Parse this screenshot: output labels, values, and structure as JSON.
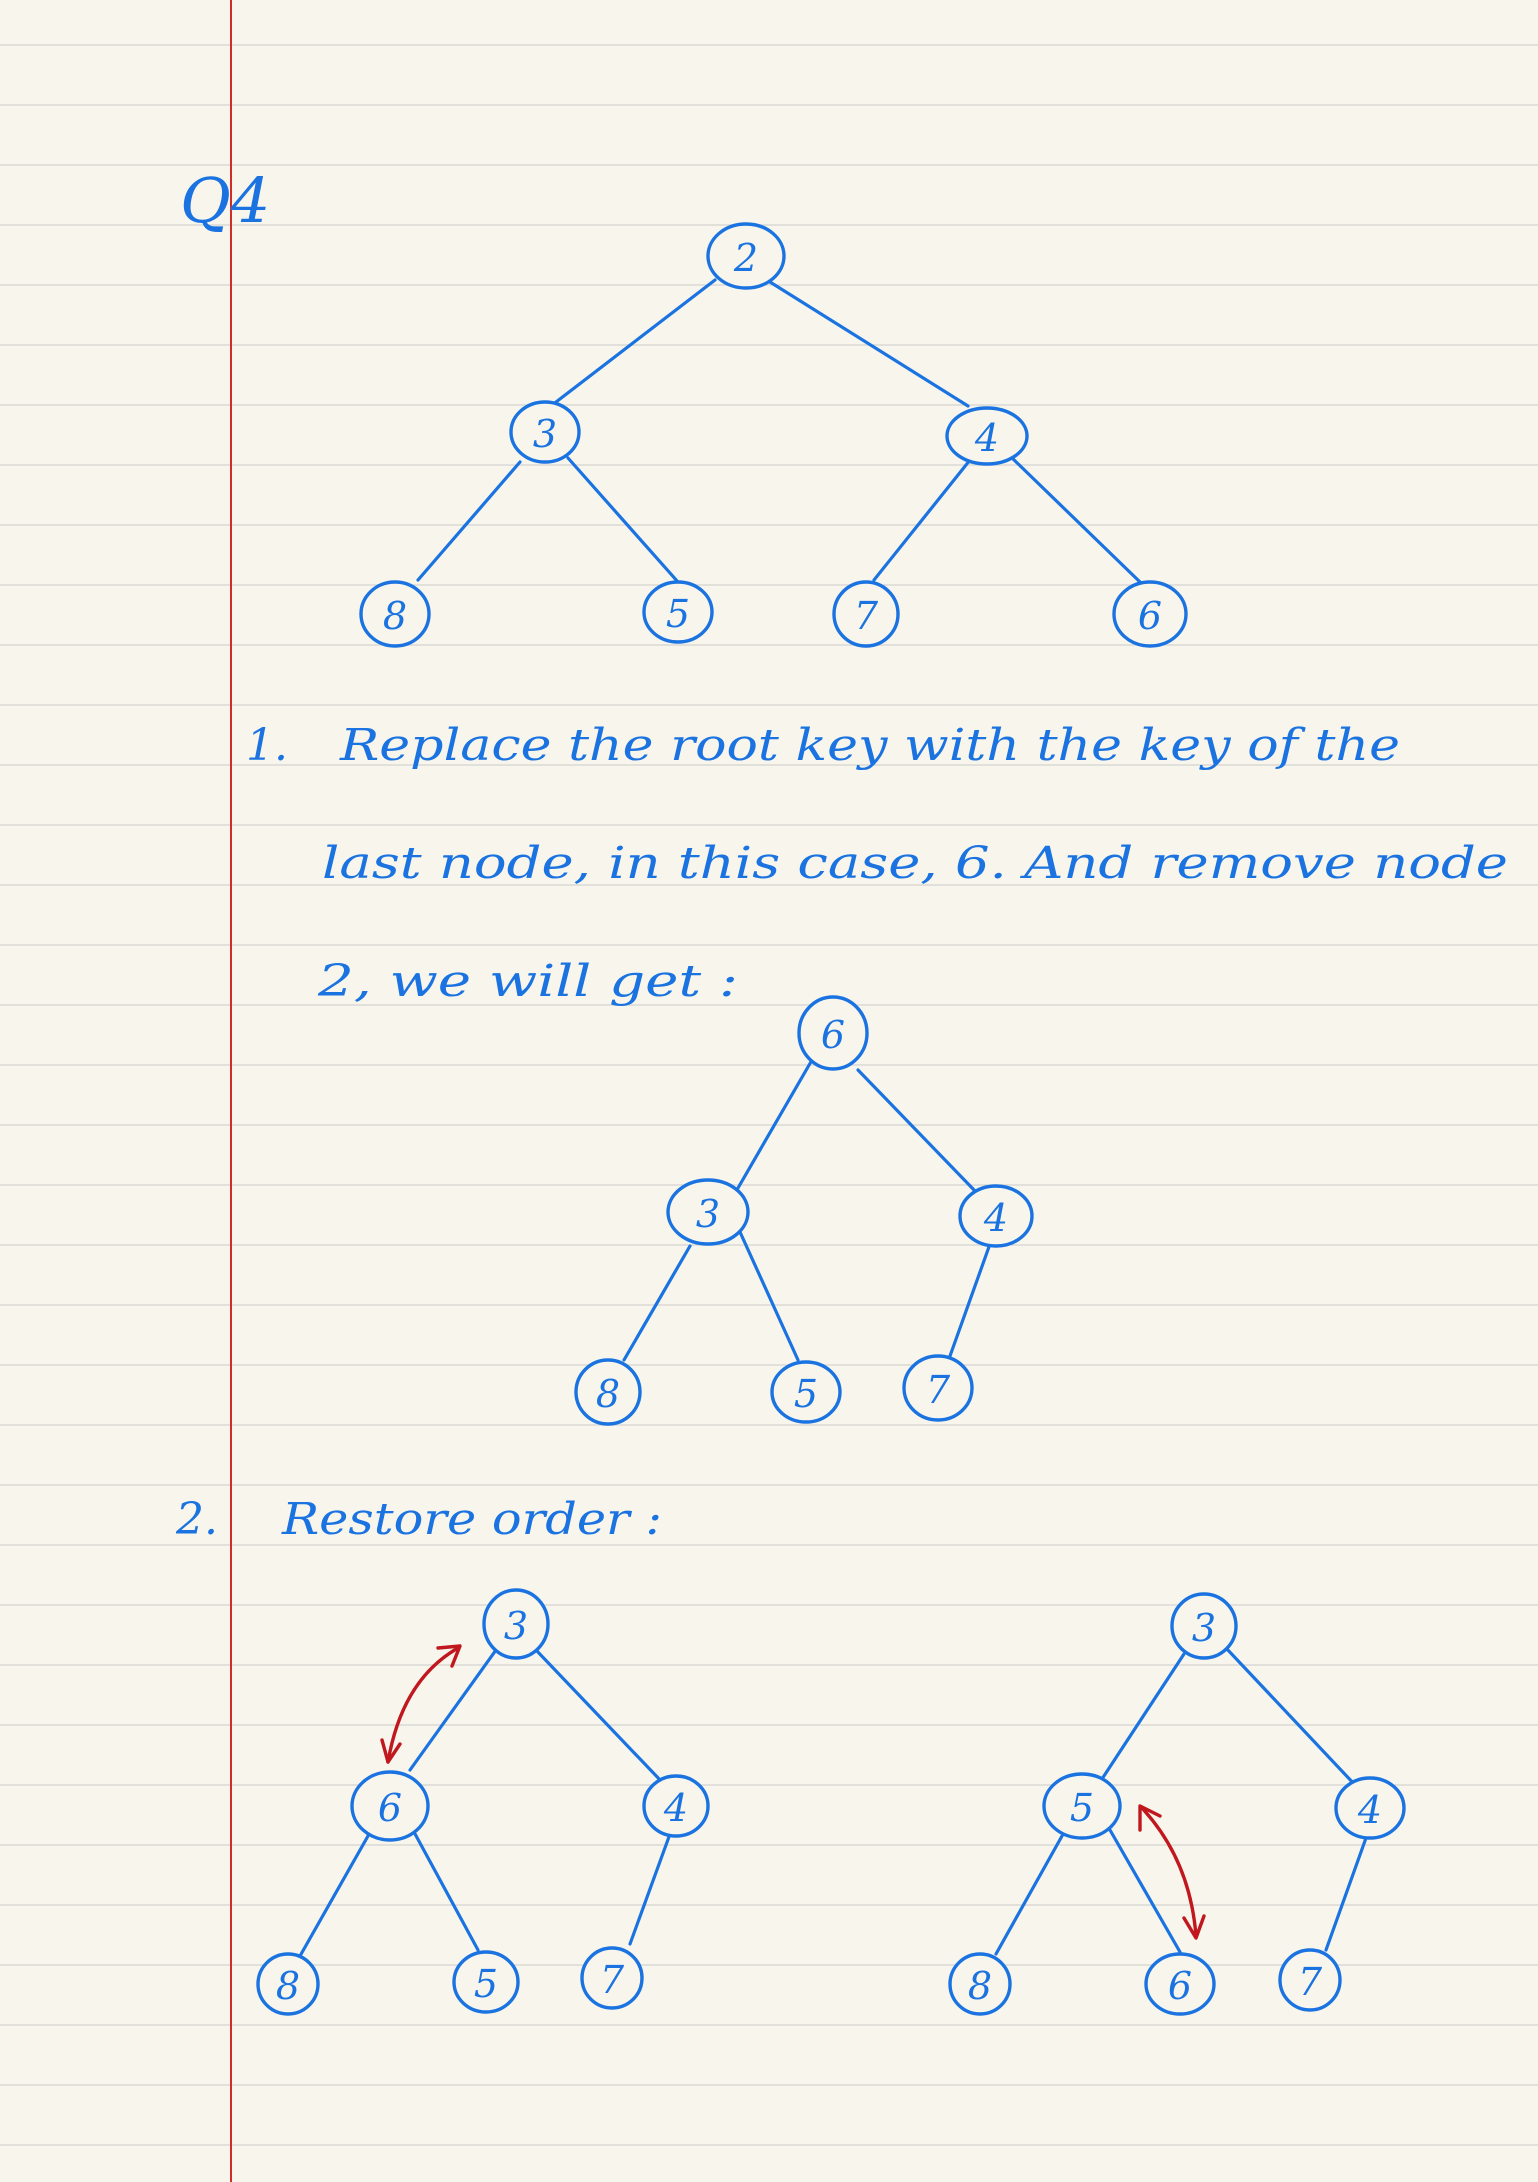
{
  "colors": {
    "paper": "#f8f6ec",
    "rule": "#d9d9d3",
    "margin": "#d32a2a",
    "ink": "#1a73e0",
    "swap_arrow": "#c0181e"
  },
  "heading": "Q4",
  "step1": {
    "number": "1.",
    "line1": "Replace the root key with the key of the",
    "line2": "last node, in this case, 6. And remove node",
    "line3": "2, we will get :"
  },
  "step2": {
    "number": "2.",
    "text": "Restore order :"
  },
  "trees": {
    "initial": {
      "nodes": {
        "root": "2",
        "left": "3",
        "right": "4",
        "ll": "8",
        "lr": "5",
        "rl": "7",
        "rr": "6"
      }
    },
    "after_replace": {
      "nodes": {
        "root": "6",
        "left": "3",
        "right": "4",
        "ll": "8",
        "lr": "5",
        "rl": "7"
      }
    },
    "swap_one": {
      "nodes": {
        "root": "3",
        "left": "6",
        "right": "4",
        "ll": "8",
        "lr": "5",
        "rl": "7"
      }
    },
    "swap_two": {
      "nodes": {
        "root": "3",
        "left": "5",
        "right": "4",
        "ll": "8",
        "lr": "6",
        "rl": "7"
      }
    }
  }
}
